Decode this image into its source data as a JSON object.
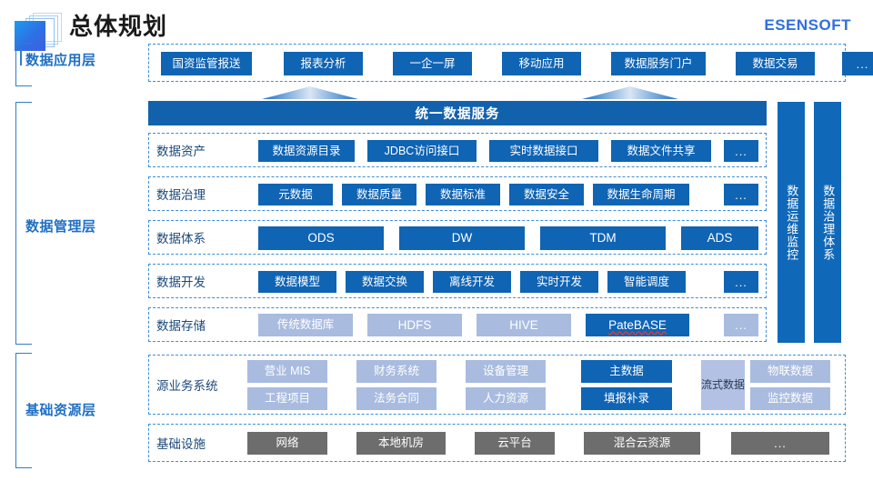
{
  "header": {
    "title": "总体规划",
    "brand": "ESENSOFT",
    "logo_icon": "stacked-squares-logo"
  },
  "layers": [
    {
      "id": "application",
      "label": "数据应用层"
    },
    {
      "id": "management",
      "label": "数据管理层"
    },
    {
      "id": "resource",
      "label": "基础资源层"
    }
  ],
  "application_layer": {
    "items": [
      "国资监管报送",
      "报表分析",
      "一企一屏",
      "移动应用",
      "数据服务门户",
      "数据交易",
      "..."
    ]
  },
  "unified_service": {
    "label": "统一数据服务"
  },
  "management_rows": [
    {
      "label": "数据资产",
      "items": [
        "数据资源目录",
        "JDBC访问接口",
        "实时数据接口",
        "数据文件共享",
        "..."
      ]
    },
    {
      "label": "数据治理",
      "items": [
        "元数据",
        "数据质量",
        "数据标准",
        "数据安全",
        "数据生命周期",
        "..."
      ]
    },
    {
      "label": "数据体系",
      "items": [
        "ODS",
        "DW",
        "TDM",
        "ADS"
      ]
    },
    {
      "label": "数据开发",
      "items": [
        "数据模型",
        "数据交换",
        "离线开发",
        "实时开发",
        "智能调度",
        "..."
      ]
    },
    {
      "label": "数据存储",
      "items": [
        "传统数据库",
        "HDFS",
        "HIVE",
        "PateBASE",
        "..."
      ]
    }
  ],
  "side_bars": [
    {
      "label": "数据运维监控"
    },
    {
      "label": "数据治理体系"
    }
  ],
  "resource_rows": {
    "source_systems": {
      "label": "源业务系统",
      "top_items": [
        "营业 MIS",
        "财务系统",
        "设备管理",
        "主数据"
      ],
      "bottom_items": [
        "工程项目",
        "法务合同",
        "人力资源",
        "填报补录"
      ],
      "stream": "流式数据",
      "stream_items": [
        "物联数据",
        "监控数据"
      ]
    },
    "infrastructure": {
      "label": "基础设施",
      "items": [
        "网络",
        "本地机房",
        "云平台",
        "混合云资源",
        "..."
      ]
    }
  },
  "colors": {
    "primary_blue": "#0f64b4",
    "banner_blue": "#1261ad",
    "lavender": "#a9bbdf",
    "grey": "#6d6d6d",
    "brand_blue": "#2f6fe0",
    "label_blue": "#1f6fc4",
    "dash_border": "#3d8fd8"
  }
}
